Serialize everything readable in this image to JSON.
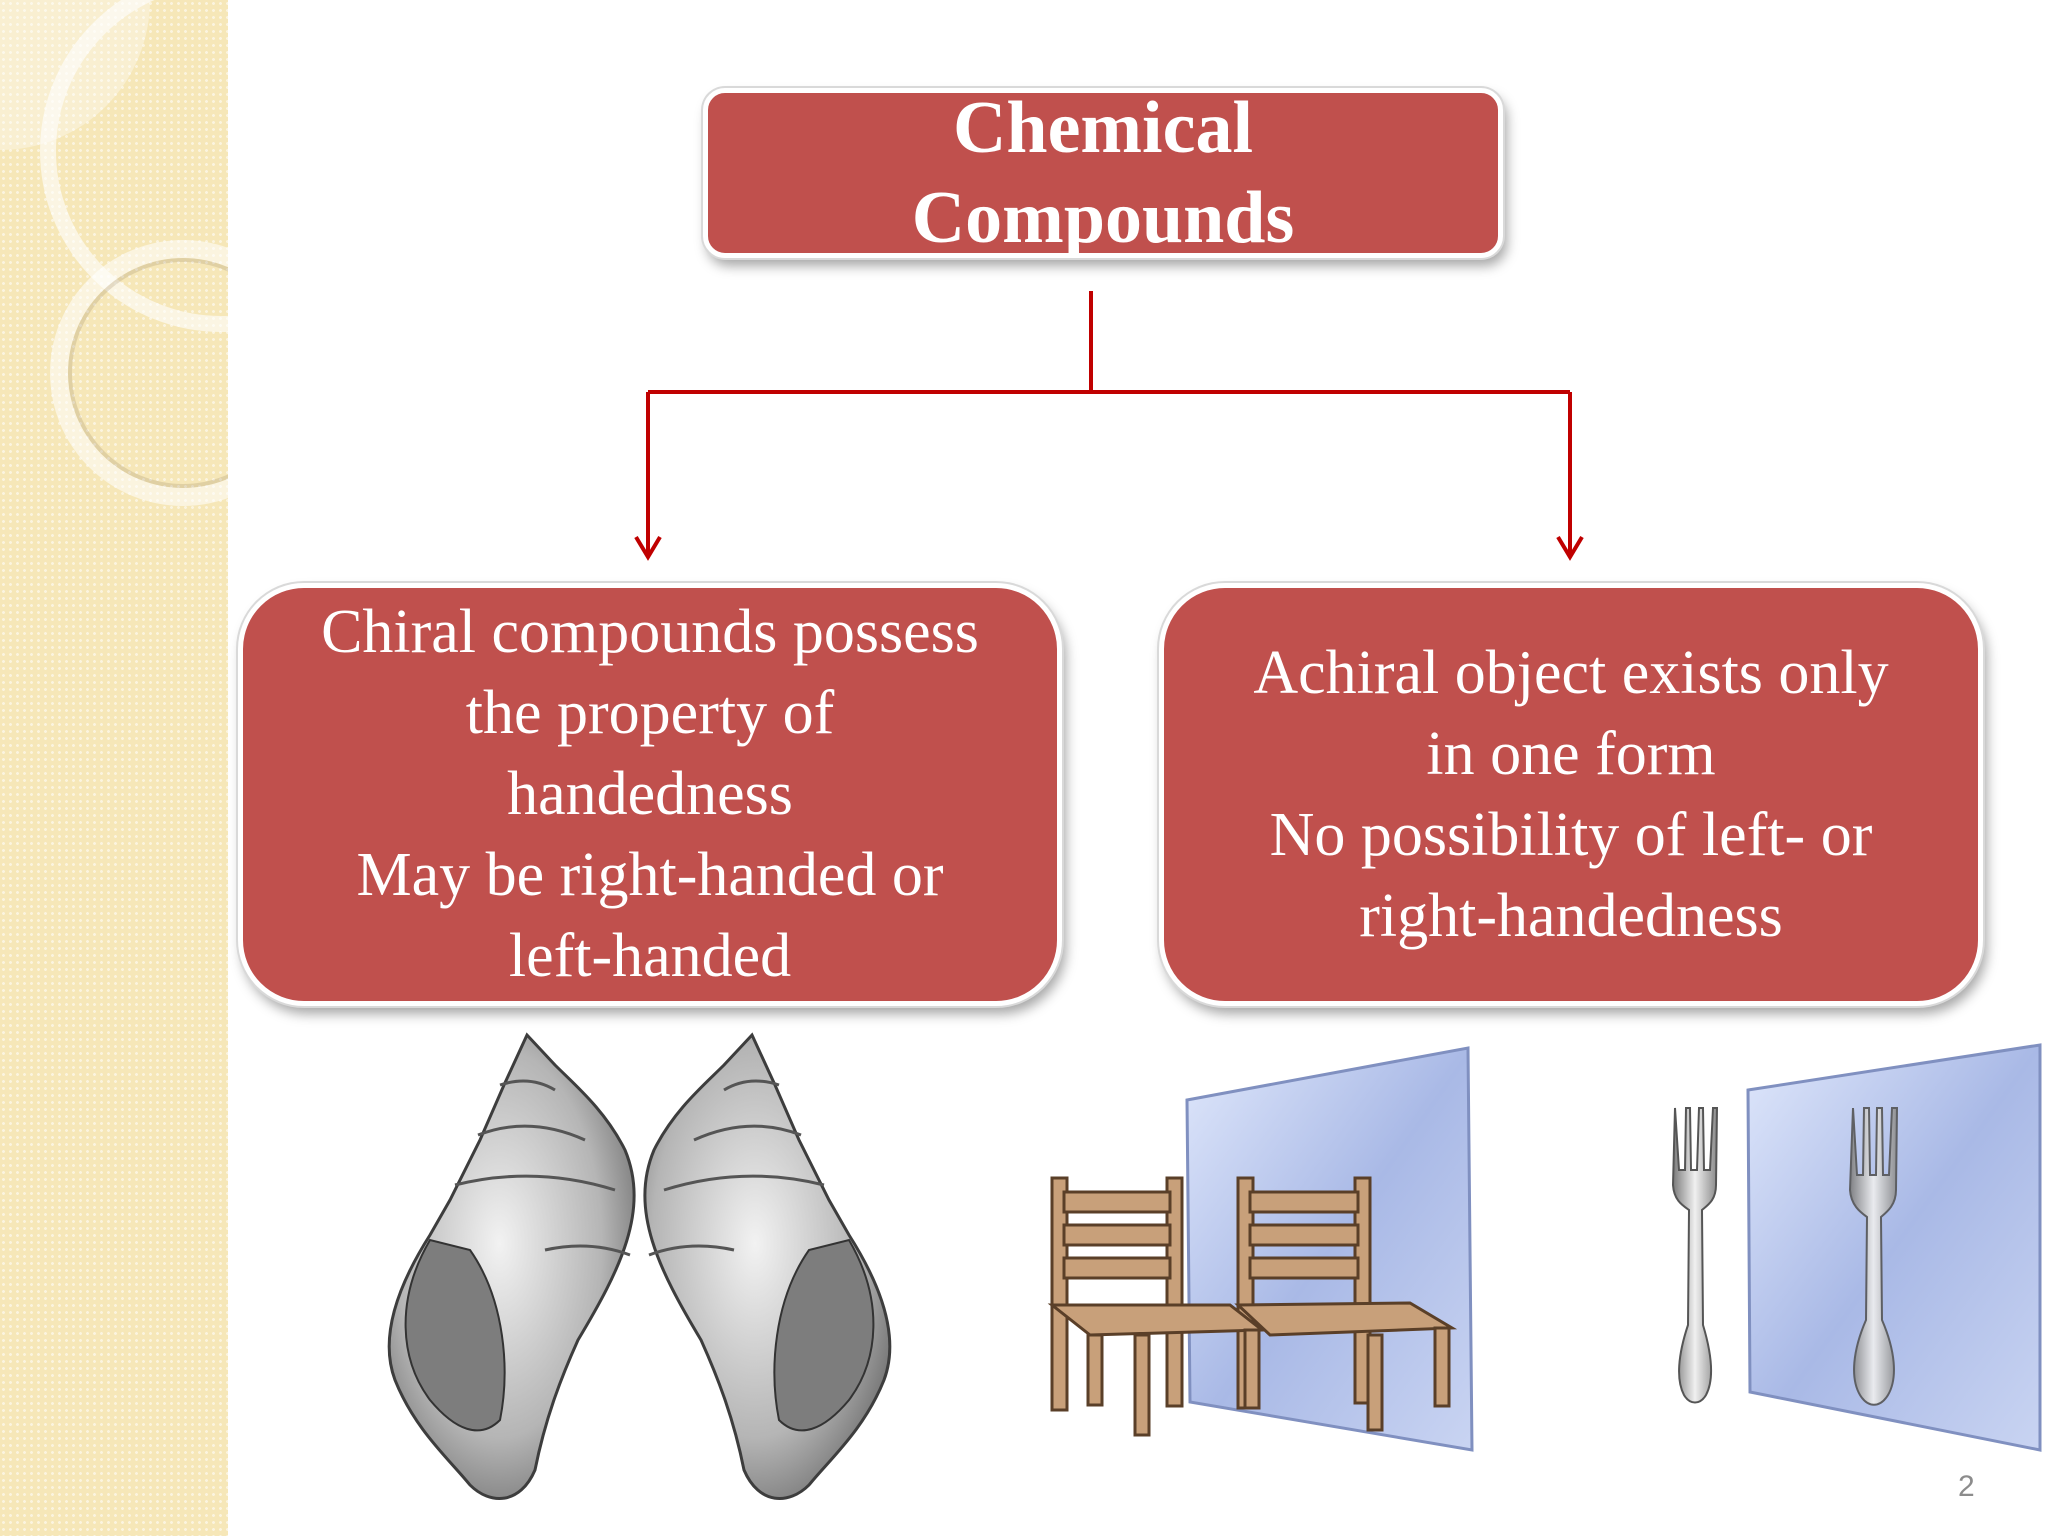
{
  "root": {
    "lines": [
      "Chemical",
      "Compounds"
    ]
  },
  "chiral": {
    "lines": [
      "Chiral compounds possess",
      "the property of",
      "handedness",
      "May be right-handed or",
      "left-handed"
    ]
  },
  "achiral": {
    "lines": [
      "Achiral object exists only",
      "in one form",
      "No possibility of left- or",
      "right-handedness"
    ]
  },
  "page_number": "2",
  "colors": {
    "box_fill": "#c0504d",
    "connector": "#c00000",
    "sidebar": "#f6e7b8",
    "mirror": "#a9b9e6",
    "chair": "#c8a07a"
  },
  "illustrations": [
    "left-shell",
    "right-shell",
    "chair",
    "mirrored-chair",
    "fork",
    "mirrored-fork",
    "mirror-pane"
  ]
}
